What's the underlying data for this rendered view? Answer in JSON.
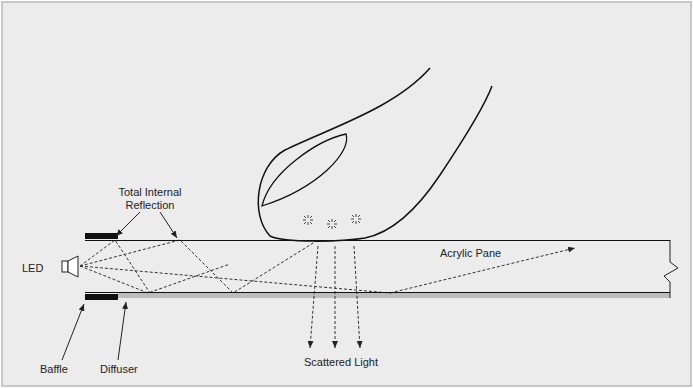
{
  "diagram": {
    "nodes": [
      {
        "text": [
          "Acrylic Pane"
        ]
      }
    ],
    "labels": [
      "Total Internal Reflection",
      "LED",
      "Baffle",
      "Diffuser",
      "Scattered Light"
    ]
  }
}
